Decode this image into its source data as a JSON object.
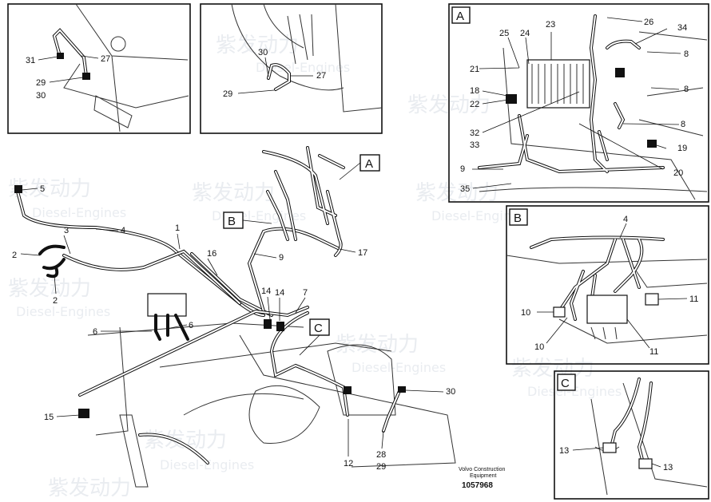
{
  "watermark": {
    "cn": "紫发动力",
    "en": "Diesel-Engines"
  },
  "caption": {
    "line1": "Volvo Construction",
    "line2": "Equipment",
    "number": "1057968"
  },
  "detail_letters": {
    "a": "A",
    "b": "B",
    "c": "C"
  },
  "callouts": {
    "inset1": {
      "n31": "31",
      "n27": "27",
      "n29": "29",
      "n30": "30"
    },
    "inset2": {
      "n30": "30",
      "n27": "27",
      "n29": "29"
    },
    "main": {
      "n5": "5",
      "n4": "4",
      "n1": "1",
      "n3": "3",
      "n2a": "2",
      "n2b": "2",
      "n16": "16",
      "n9": "9",
      "n17": "17",
      "n14a": "14",
      "n14b": "14",
      "n7": "7",
      "n6a": "6",
      "n6b": "6",
      "n15": "15",
      "n30": "30",
      "n12": "12",
      "n28": "28",
      "n29": "29",
      "A": "A",
      "B": "B",
      "C": "C"
    },
    "detailA": {
      "n26": "26",
      "n25": "25",
      "n24": "24",
      "n23": "23",
      "n34": "34",
      "n8a": "8",
      "n21": "21",
      "n18": "18",
      "n8b": "8",
      "n22": "22",
      "n8c": "8",
      "n32": "32",
      "n33": "33",
      "n19": "19",
      "n9": "9",
      "n20": "20",
      "n35": "35"
    },
    "detailB": {
      "n4": "4",
      "n10a": "10",
      "n11a": "11",
      "n10b": "10",
      "n11b": "11"
    },
    "detailC": {
      "n13a": "13",
      "n13b": "13"
    }
  }
}
